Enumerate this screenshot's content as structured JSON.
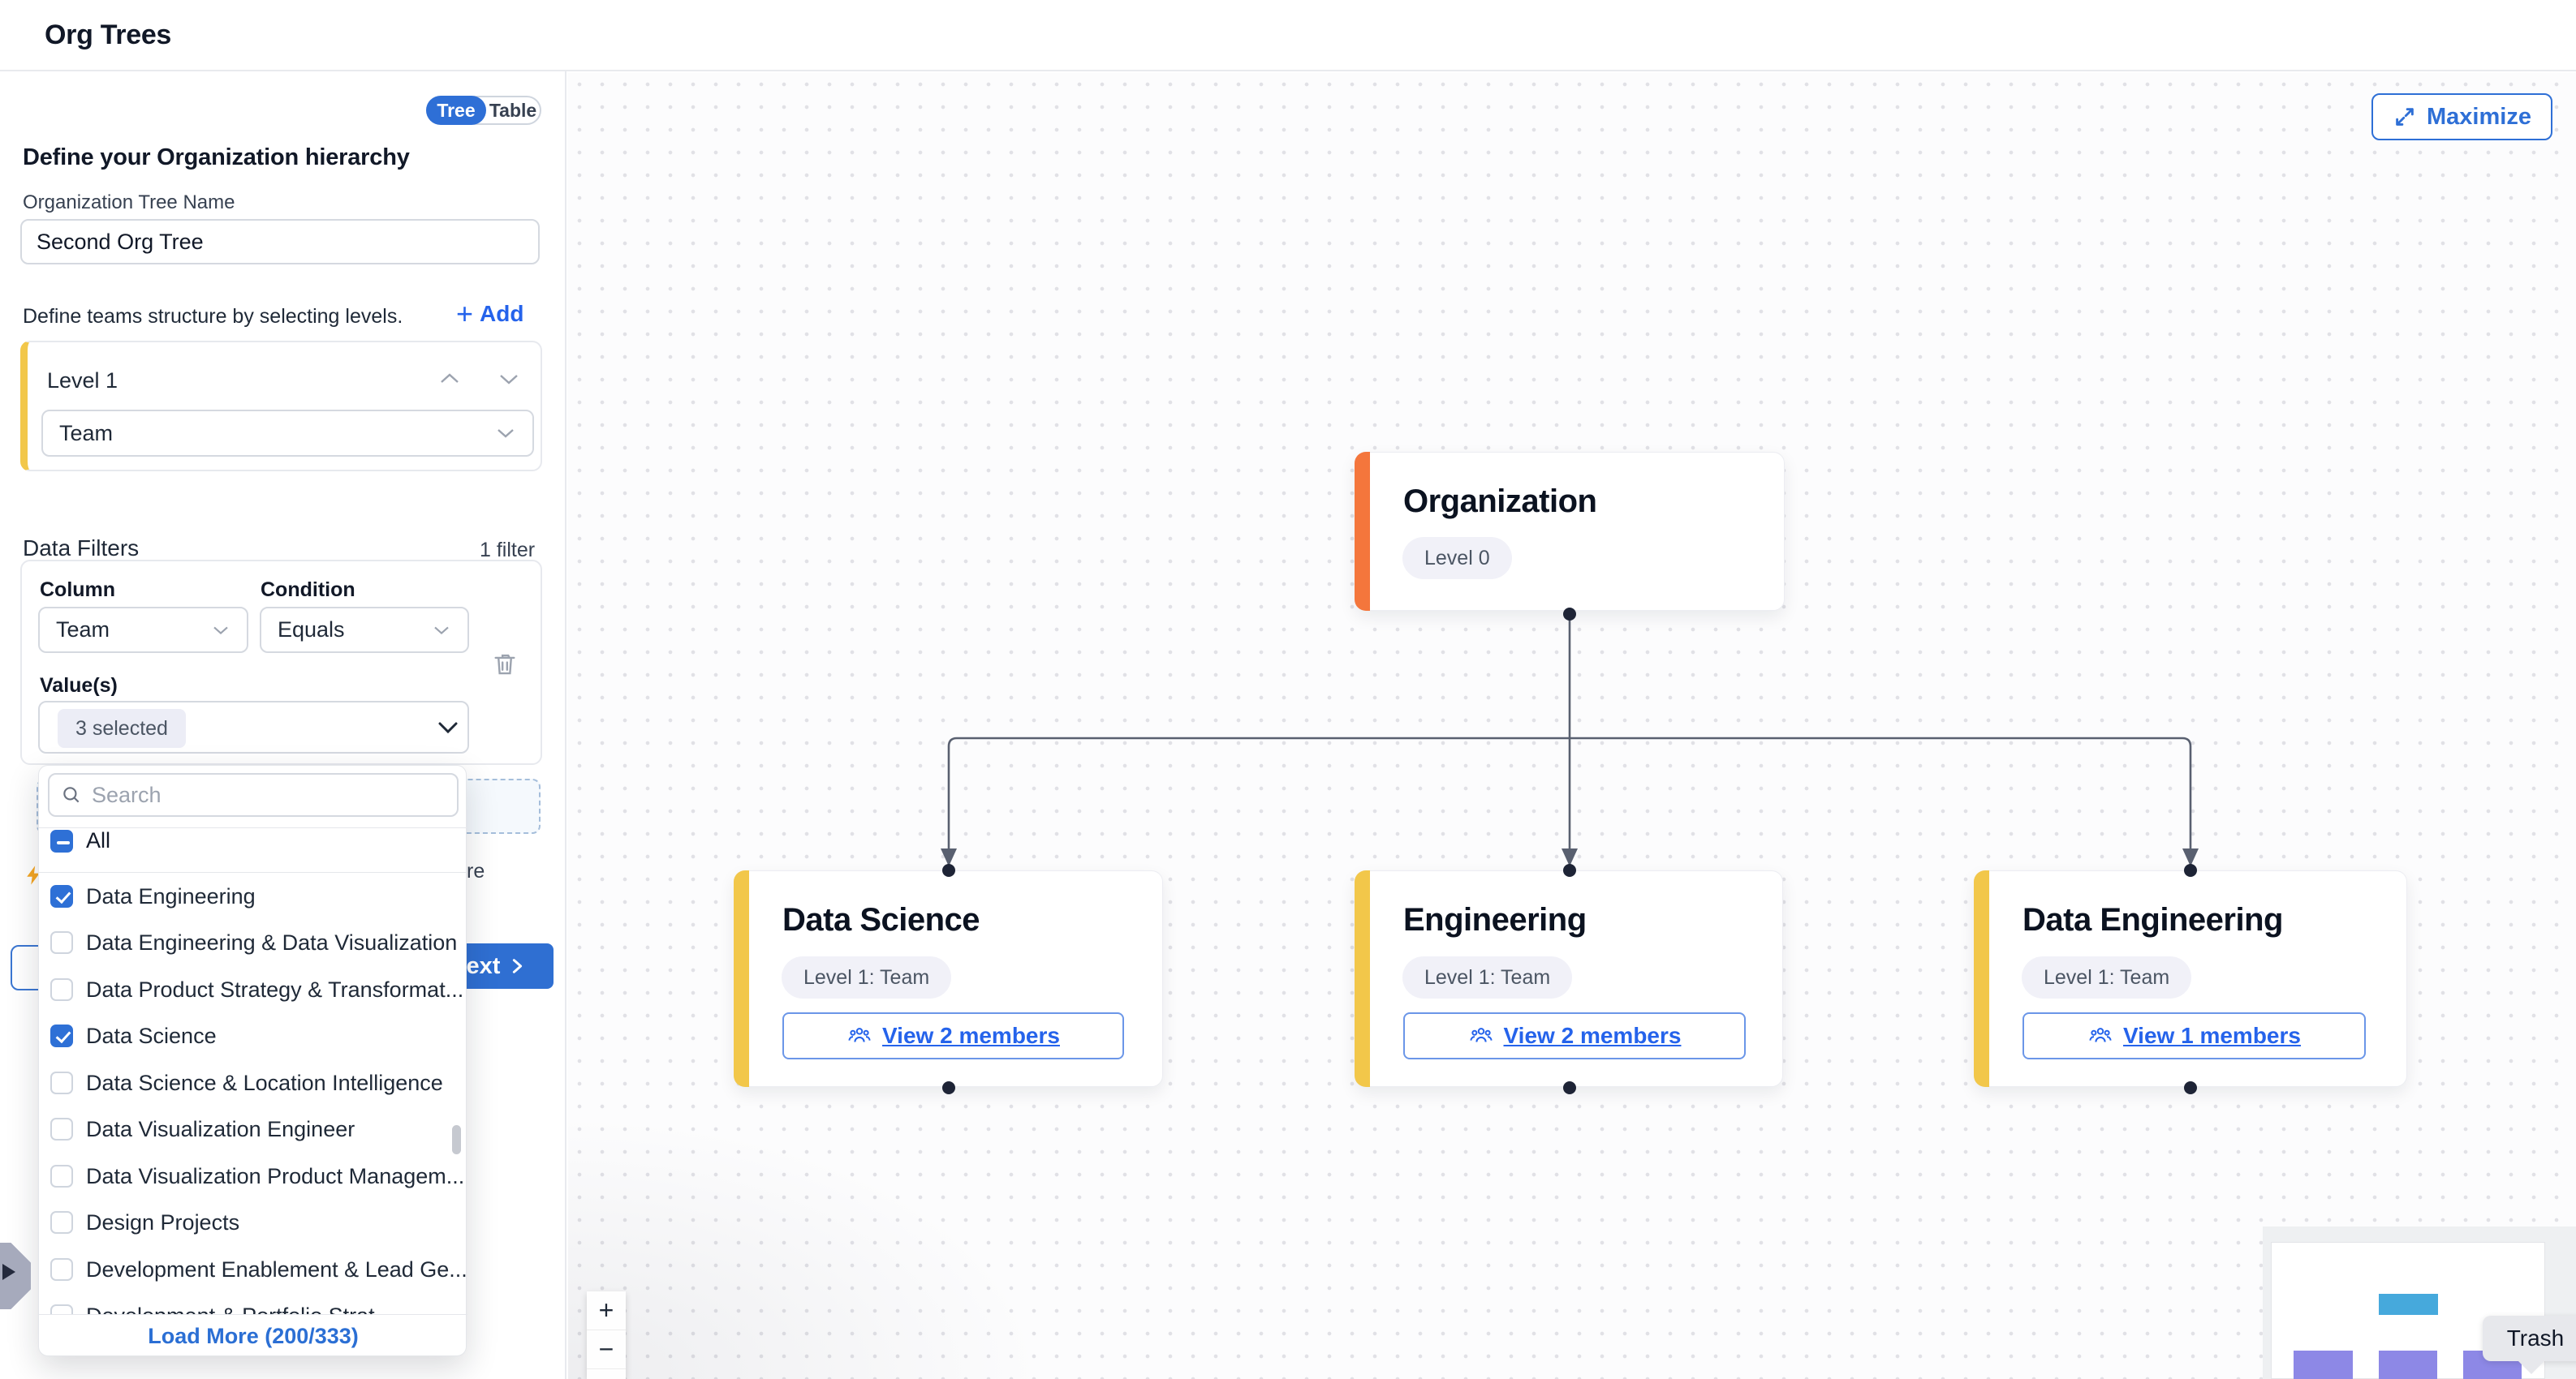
{
  "header": {
    "title": "Org Trees"
  },
  "view_toggle": {
    "tree_label": "Tree",
    "table_label": "Table"
  },
  "sidebar": {
    "heading": "Define your Organization hierarchy",
    "tree_name": {
      "label": "Organization Tree Name",
      "value": "Second Org Tree"
    },
    "levels": {
      "hint": "Define teams structure by selecting levels.",
      "add_label": "Add",
      "card": {
        "title": "Level 1",
        "type_value": "Team"
      }
    },
    "filters": {
      "title": "Data Filters",
      "count": "1 filter",
      "column_label": "Column",
      "column_value": "Team",
      "condition_label": "Condition",
      "condition_value": "Equals",
      "values_label": "Value(s)",
      "values_value": "3 selected",
      "hint_fragment": "re"
    },
    "footer": {
      "next_label": "Next"
    }
  },
  "dropdown": {
    "search_placeholder": "Search",
    "select_all_label": "All",
    "items": [
      {
        "label": "Data Engineering",
        "checked": true
      },
      {
        "label": "Data Engineering & Data Visualization",
        "checked": false
      },
      {
        "label": "Data Product Strategy & Transformat...",
        "checked": false
      },
      {
        "label": "Data Science",
        "checked": true
      },
      {
        "label": "Data Science & Location Intelligence",
        "checked": false
      },
      {
        "label": "Data Visualization Engineer",
        "checked": false
      },
      {
        "label": "Data Visualization Product Managem...",
        "checked": false
      },
      {
        "label": "Design Projects",
        "checked": false
      },
      {
        "label": "Development Enablement & Lead Ge...",
        "checked": false
      },
      {
        "label": "Development & Portfolio Strat...",
        "checked": false
      }
    ],
    "load_more_label": "Load More (200/333)"
  },
  "canvas": {
    "maximize_label": "Maximize",
    "organization": {
      "title": "Organization",
      "badge": "Level 0"
    },
    "children": [
      {
        "title": "Data Science",
        "badge": "Level 1: Team",
        "members_label": "View 2 members"
      },
      {
        "title": "Engineering",
        "badge": "Level 1: Team",
        "members_label": "View 2 members"
      },
      {
        "title": "Data Engineering",
        "badge": "Level 1: Team",
        "members_label": "View 1 members"
      }
    ],
    "zoom_controls": {
      "zoom_in": "+",
      "zoom_out": "−"
    },
    "trash_tooltip": "Trash"
  },
  "colors": {
    "accent_blue": "#2e6fd6",
    "link_blue": "#2563eb",
    "next_blue": "#2f6fd2",
    "org_accent_orange": "#f4763c",
    "team_accent_yellow": "#f2c74a",
    "edge_gray": "#596070",
    "handle_dark": "#1e2436",
    "badge_bg": "#f1f1f8",
    "minimap_node_blue": "#46a9dc",
    "minimap_node_purple": "#8d88e6",
    "bolt_amber": "#f5a623"
  }
}
